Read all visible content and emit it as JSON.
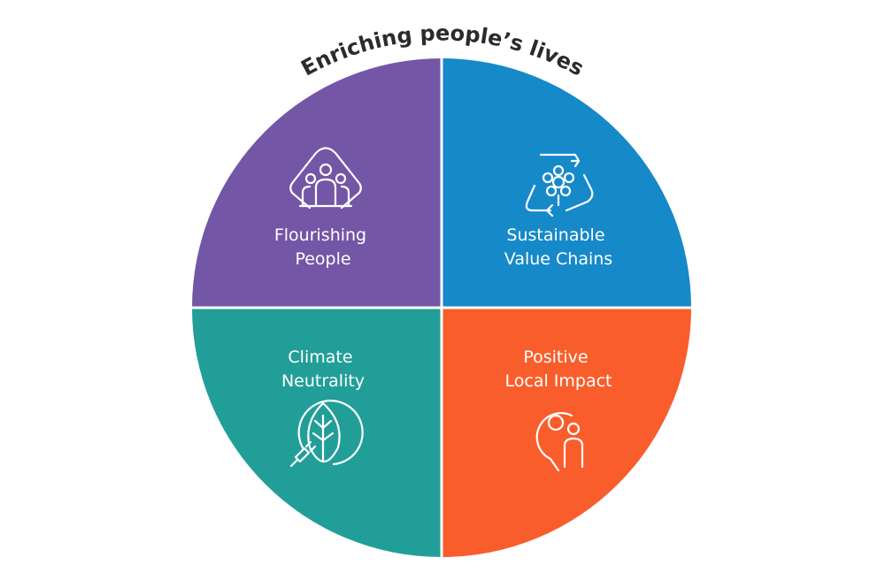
{
  "title": "Enriching people’s lives",
  "colors": {
    "purple": "#7456a6",
    "blue": "#1689c9",
    "teal": "#229e98",
    "orange": "#f95d2b",
    "divider": "#ffffff",
    "title_text": "#2b2b2b"
  },
  "quadrants": [
    {
      "line1": "Flourishing",
      "line2": "People",
      "icon": "people-group-icon"
    },
    {
      "line1": "Sustainable",
      "line2": "Value Chains",
      "icon": "recycle-cog-icon"
    },
    {
      "line1": "Climate",
      "line2": "Neutrality",
      "icon": "leaf-plug-icon"
    },
    {
      "line1": "Positive",
      "line2": "Local Impact",
      "icon": "location-person-icon"
    }
  ]
}
